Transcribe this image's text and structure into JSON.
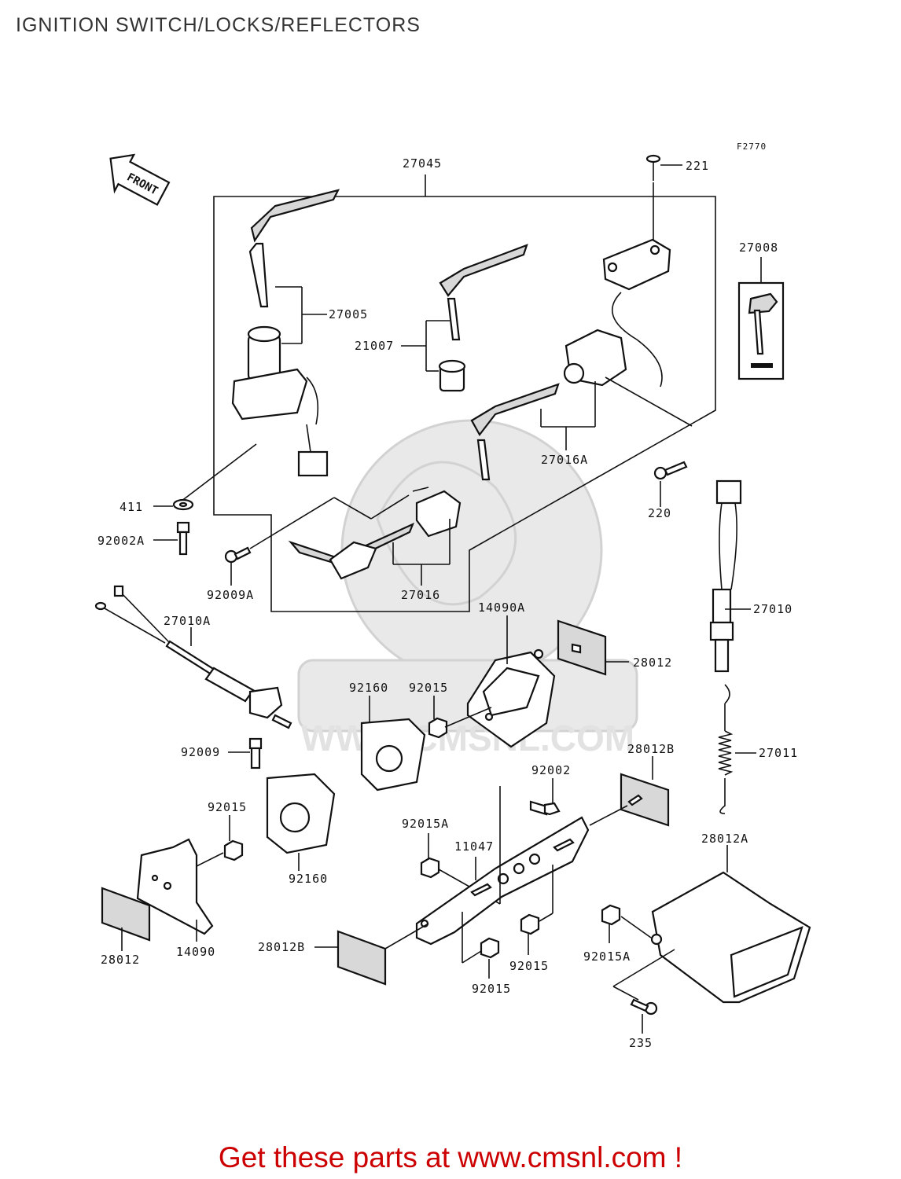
{
  "title": "IGNITION SWITCH/LOCKS/REFLECTORS",
  "footer": "Get these parts at www.cmsnl.com !",
  "figure_code": "F2770",
  "front_arrow_label": "FRONT",
  "watermark_text": "WWW.CMSNL.COM",
  "labels": {
    "p27045": "27045",
    "p221": "221",
    "p27008": "27008",
    "p27005": "27005",
    "p21007": "21007",
    "p27016A": "27016A",
    "p411": "411",
    "p220": "220",
    "p92002A": "92002A",
    "p92009A": "92009A",
    "p27016": "27016",
    "p27010A": "27010A",
    "p14090A": "14090A",
    "p27010": "27010",
    "p28012_r": "28012",
    "p92160_a": "92160",
    "p92015_a": "92015",
    "p92009": "92009",
    "p28012B_r": "28012B",
    "p27011": "27011",
    "p92002": "92002",
    "p92015_b": "92015",
    "p92015A_a": "92015A",
    "p11047": "11047",
    "p28012A": "28012A",
    "p92160_b": "92160",
    "p28012_l": "28012",
    "p14090": "14090",
    "p28012B_l": "28012B",
    "p92015_c": "92015",
    "p92015_d": "92015",
    "p92015A_b": "92015A",
    "p235": "235"
  },
  "colors": {
    "footer": "#cc0000",
    "lines": "#111111",
    "watermark": "#e6e6e6"
  }
}
